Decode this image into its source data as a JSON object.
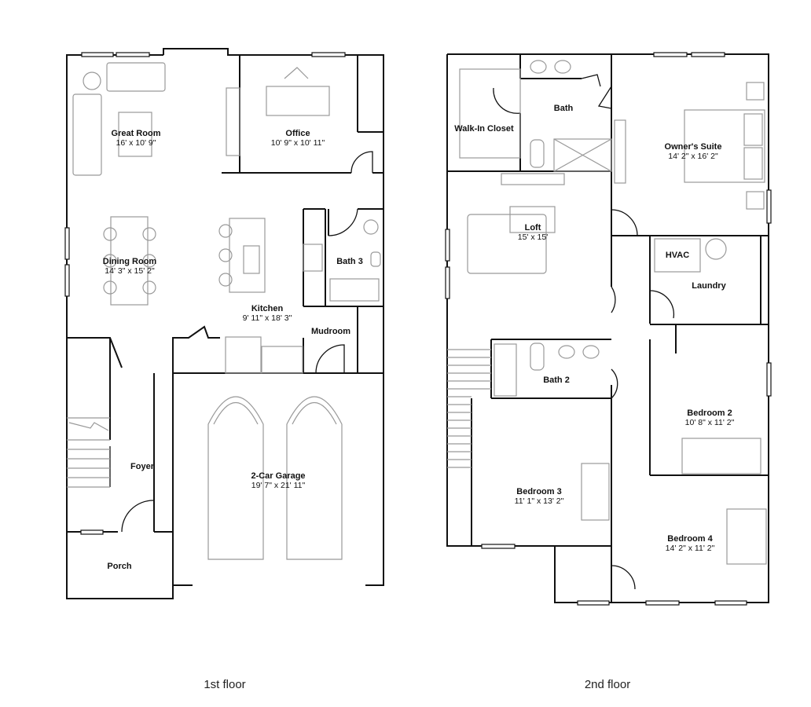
{
  "floors": [
    {
      "label": "1st floor",
      "rooms": [
        {
          "name": "Great Room",
          "size": "16' x 10' 9\""
        },
        {
          "name": "Office",
          "size": "10' 9\" x 10' 11\""
        },
        {
          "name": "Dining Room",
          "size": "14' 3\" x 15' 2\""
        },
        {
          "name": "Kitchen",
          "size": "9' 11\" x 18' 3\""
        },
        {
          "name": "Bath 3",
          "size": ""
        },
        {
          "name": "Mudroom",
          "size": ""
        },
        {
          "name": "Foyer",
          "size": ""
        },
        {
          "name": "2-Car Garage",
          "size": "19' 7\" x 21' 11\""
        },
        {
          "name": "Porch",
          "size": ""
        }
      ]
    },
    {
      "label": "2nd floor",
      "rooms": [
        {
          "name": "Walk-In Closet",
          "size": ""
        },
        {
          "name": "Bath",
          "size": ""
        },
        {
          "name": "Owner's Suite",
          "size": "14' 2\" x 16' 2\""
        },
        {
          "name": "Loft",
          "size": "15' x 15'"
        },
        {
          "name": "HVAC",
          "size": ""
        },
        {
          "name": "Laundry",
          "size": ""
        },
        {
          "name": "Bath 2",
          "size": ""
        },
        {
          "name": "Bedroom 2",
          "size": "10' 8\" x 11' 2\""
        },
        {
          "name": "Bedroom 3",
          "size": "11' 1\" x 13' 2\""
        },
        {
          "name": "Bedroom 4",
          "size": "14' 2\" x 11' 2\""
        }
      ]
    }
  ]
}
